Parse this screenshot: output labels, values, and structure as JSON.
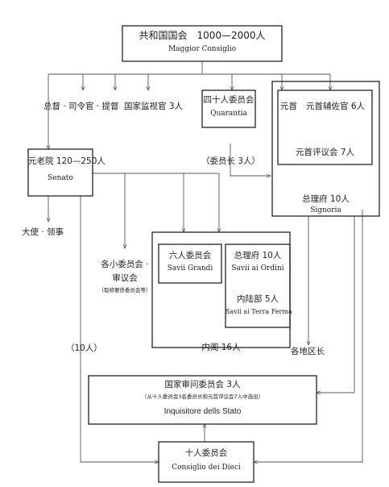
{
  "nodes": {
    "maggior": {
      "zh": "共和国国会　1000—2000人",
      "it": "Maggior Consiglio"
    },
    "quarantia": {
      "zh": "四十人委员会",
      "it": "Quarantia"
    },
    "senato": {
      "zh": "元老院 120—250人",
      "it": "Senato"
    },
    "signoria": {
      "doge": "元首",
      "doge_advisors": "元首辅佐官 6人",
      "doge_council": "元首评议会 7人",
      "zh": "总理府 10人",
      "it": "Signoria"
    },
    "savii_grandi": {
      "zh": "六人委员会",
      "it": "Savii Grandi"
    },
    "savii_ordini": {
      "zh": "总理府 10人",
      "it": "Savii ai Ordini"
    },
    "terra_ferma": {
      "zh": "内陆部 5人",
      "it": "Savii ai Terra Ferma"
    },
    "cabinet": {
      "zh": "内阁 16人"
    },
    "inquisitore": {
      "zh": "国家审问委员会 3人",
      "note": "（从十人委员会3名委员长和元首评议会7人中选出）",
      "it": "Inquisitore dells Stato"
    },
    "dieci": {
      "zh": "十人委员会",
      "it": "Consiglio dei Dieci"
    }
  },
  "labels": {
    "governors": "总督 · 司令官 · 提督",
    "censors": "国家监视官 3人",
    "chairmen": "（委员长 3人）",
    "ambassadors": "大使 · 领事",
    "committees_1": "各小委员会 ·",
    "committees_2": "审议会",
    "committees_note": "（取缔奢侈委员会等）",
    "ten": "（10人）",
    "regional": "各地区长"
  }
}
